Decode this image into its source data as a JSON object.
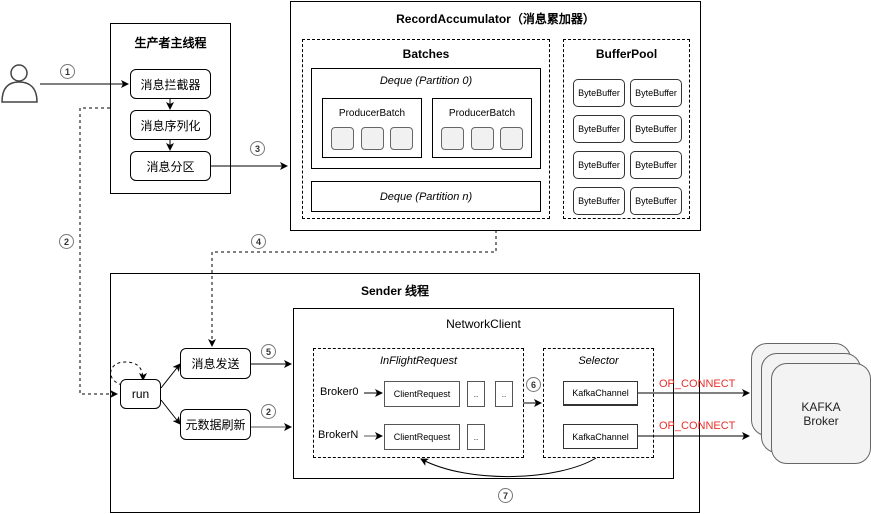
{
  "producer_thread": {
    "title": "生产者主线程",
    "steps": [
      "消息拦截器",
      "消息序列化",
      "消息分区"
    ]
  },
  "record_accumulator": {
    "title": "RecordAccumulator（消息累加器）",
    "batches": {
      "title": "Batches",
      "deque_0": "Deque (Partition 0)",
      "deque_n": "Deque (Partition n)",
      "producer_batch_label": "ProducerBatch"
    },
    "buffer_pool": {
      "title": "BufferPool",
      "buffers": [
        "ByteBuffer",
        "ByteBuffer",
        "ByteBuffer",
        "ByteBuffer",
        "ByteBuffer",
        "ByteBuffer",
        "ByteBuffer",
        "ByteBuffer"
      ]
    }
  },
  "sender_thread": {
    "title": "Sender 线程",
    "run": "run",
    "send": "消息发送",
    "metadata_refresh": "元数据刷新",
    "network_client": {
      "title": "NetworkClient",
      "inflight": {
        "title": "InFlightRequest",
        "broker0": "Broker0",
        "brokerN": "BrokerN",
        "client_request": "ClientRequest",
        "ellipsis": ".."
      },
      "selector": {
        "title": "Selector",
        "channels": [
          "KafkaChannel",
          "KafkaChannel"
        ]
      }
    }
  },
  "connections": {
    "op_connect": [
      "OP_CONNECT",
      "OP_CONNECT"
    ]
  },
  "kafka_broker": {
    "line1": "KAFKA",
    "line2": "Broker"
  },
  "step_numbers": {
    "s1": "1",
    "s2a": "2",
    "s2b": "2",
    "s3": "3",
    "s4": "4",
    "s5": "5",
    "s6": "6",
    "s7": "7"
  },
  "colors": {
    "op_connect": "#e8302a",
    "batch_cell": "#f1f1f1",
    "broker_fill": "#f3f3f3"
  }
}
